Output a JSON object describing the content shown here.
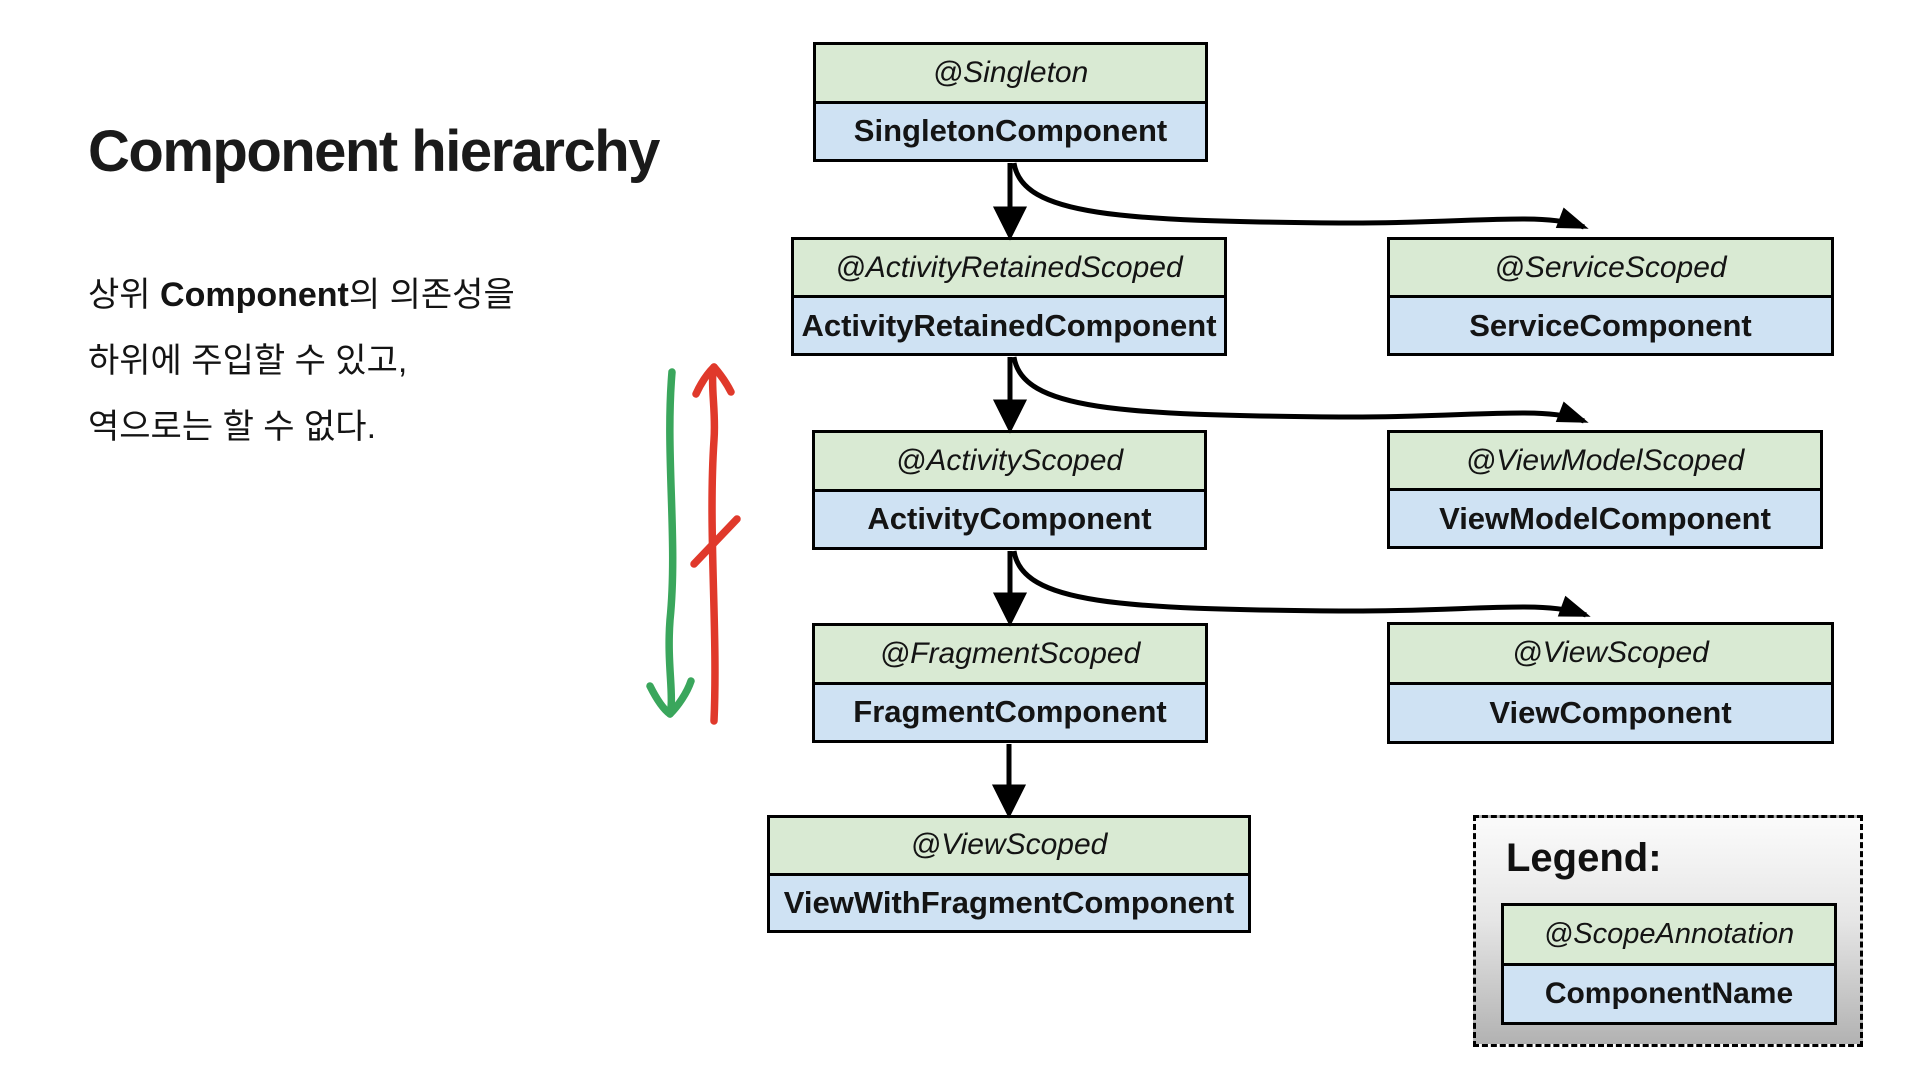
{
  "title": "Component hierarchy",
  "description": {
    "line1_pre": "상위 ",
    "line1_bold": "Component",
    "line1_post": "의 의존성을",
    "line2": "하위에 주입할 수 있고,",
    "line3": "역으로는 할 수 없다."
  },
  "nodes": [
    {
      "scope": "@Singleton",
      "component": "SingletonComponent"
    },
    {
      "scope": "@ActivityRetainedScoped",
      "component": "ActivityRetainedComponent"
    },
    {
      "scope": "@ServiceScoped",
      "component": "ServiceComponent"
    },
    {
      "scope": "@ActivityScoped",
      "component": "ActivityComponent"
    },
    {
      "scope": "@ViewModelScoped",
      "component": "ViewModelComponent"
    },
    {
      "scope": "@FragmentScoped",
      "component": "FragmentComponent"
    },
    {
      "scope": "@ViewScoped",
      "component": "ViewComponent"
    },
    {
      "scope": "@ViewScoped",
      "component": "ViewWithFragmentComponent"
    }
  ],
  "edges": [
    {
      "from": "SingletonComponent",
      "to": "ActivityRetainedComponent"
    },
    {
      "from": "SingletonComponent",
      "to": "ServiceComponent"
    },
    {
      "from": "ActivityRetainedComponent",
      "to": "ActivityComponent"
    },
    {
      "from": "ActivityRetainedComponent",
      "to": "ViewModelComponent"
    },
    {
      "from": "ActivityComponent",
      "to": "FragmentComponent"
    },
    {
      "from": "ActivityComponent",
      "to": "ViewComponent"
    },
    {
      "from": "FragmentComponent",
      "to": "ViewWithFragmentComponent"
    }
  ],
  "annotations": {
    "green_arrow_meaning": "downward-injection-allowed",
    "red_arrow_meaning": "upward-injection-forbidden"
  },
  "legend": {
    "title": "Legend:",
    "scope": "@ScopeAnnotation",
    "component": "ComponentName"
  },
  "colors": {
    "scope_bg": "#d9ead3",
    "component_bg": "#cfe2f3",
    "border": "#000000",
    "edge": "#000000",
    "allowed": "#3aa65c",
    "forbidden": "#e0392b"
  }
}
